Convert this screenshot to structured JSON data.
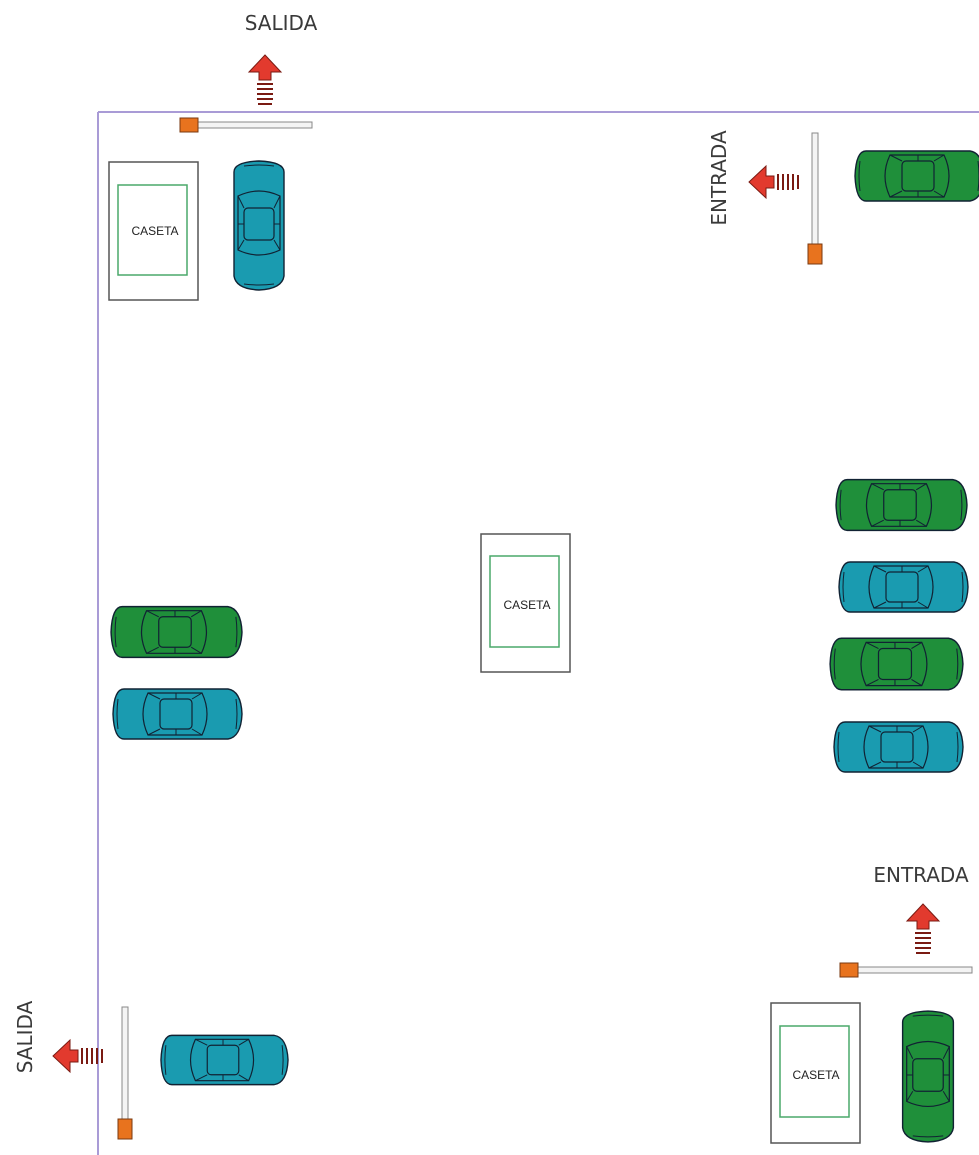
{
  "labels": {
    "salida_top": "SALIDA",
    "entrada_right": "ENTRADA",
    "entrada_bottom": "ENTRADA",
    "salida_left": "SALIDA"
  },
  "booths": {
    "top_left": "CASETA",
    "center": "CASETA",
    "bottom_right": "CASETA"
  },
  "colors": {
    "car_green": "#1f8f3a",
    "car_teal": "#1a9bb0",
    "arrow_red": "#e23a2e",
    "barrier_base": "#e8731e",
    "wall": "#a99bd6",
    "booth_inner": "#4aa86a"
  },
  "icons": {
    "car": "car-icon",
    "arrow": "direction-arrow-icon",
    "barrier": "barrier-gate-icon",
    "booth": "booth-icon"
  }
}
